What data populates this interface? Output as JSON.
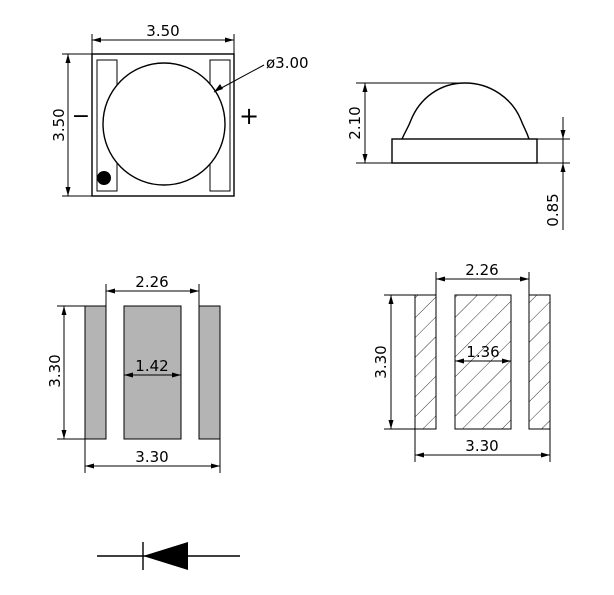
{
  "colors": {
    "line": "#000000",
    "pad_fill": "#b4b4b4",
    "background": "#ffffff"
  },
  "top_view": {
    "width_label": "3.50",
    "height_label": "3.50",
    "lens_label": "ø3.00",
    "minus_label": "−",
    "plus_label": "+"
  },
  "side_view": {
    "height_label": "2.10",
    "base_label": "0.85"
  },
  "bottom_pads": {
    "pitch_label": "2.26",
    "height_label": "3.30",
    "center_label": "1.42",
    "width_label": "3.30"
  },
  "pcb_pattern": {
    "pitch_label": "2.26",
    "height_label": "3.30",
    "center_label": "1.36",
    "width_label": "3.30"
  },
  "symbol": {
    "icon": "diode-symbol-icon"
  }
}
